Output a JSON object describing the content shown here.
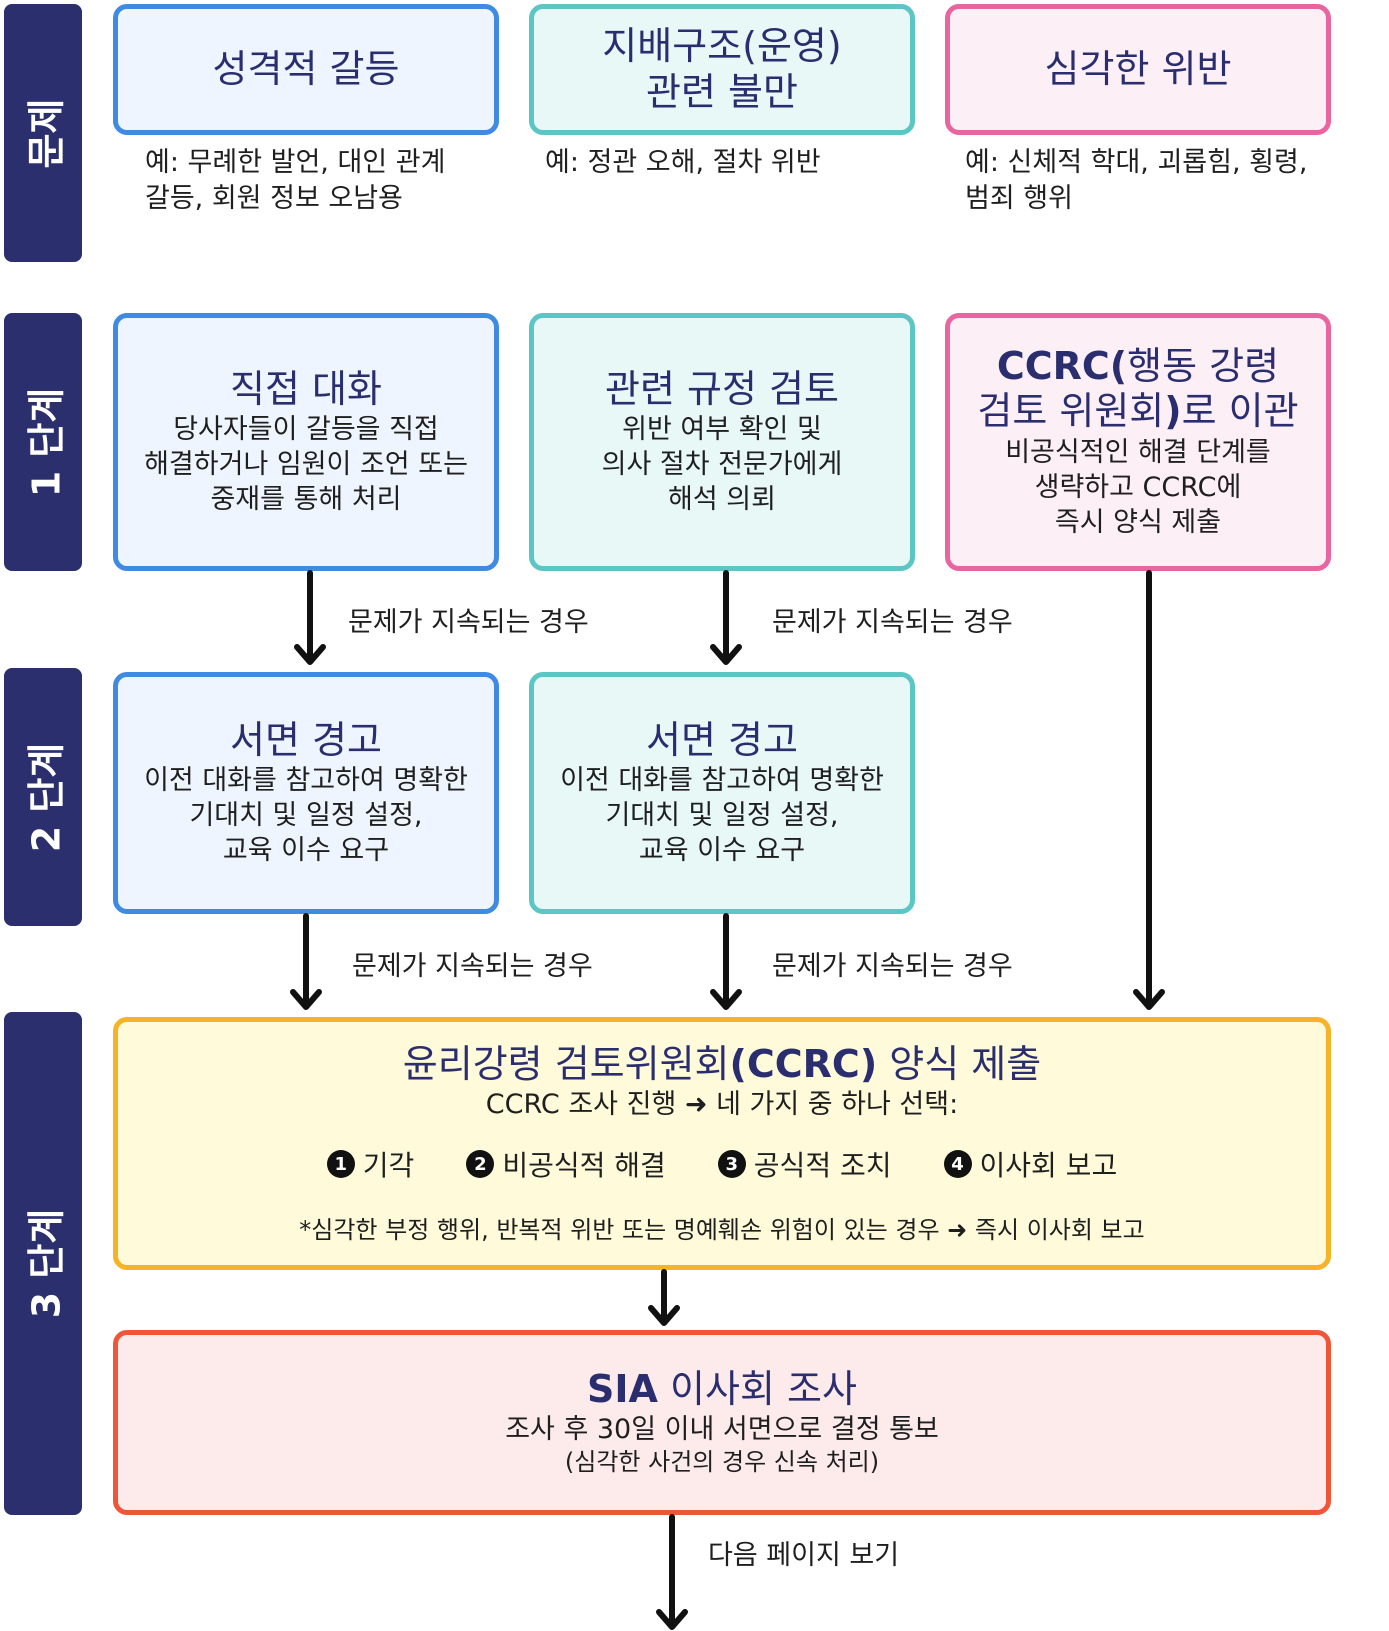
{
  "stages": {
    "problem": "문제",
    "stage1": "1 단계",
    "stage2": "2 단계",
    "stage3": "3 단계"
  },
  "problems": [
    {
      "title": "성격적 갈등",
      "example": "예: 무례한 발언, 대인 관계\n갈등, 회원 정보 오남용"
    },
    {
      "title": "지배구조(운영)\n관련 불만",
      "example": "예: 정관 오해, 절차 위반"
    },
    {
      "title": "심각한 위반",
      "example": "예: 신체적 학대, 괴롭힘, 횡령,\n범죄 행위"
    }
  ],
  "step1": [
    {
      "title": "직접 대화",
      "desc": "당사자들이 갈등을 직접\n해결하거나 임원이 조언 또는\n중재를 통해 처리"
    },
    {
      "title": "관련 규정 검토",
      "desc": "위반 여부 확인 및\n의사 절차 전문가에게\n해석 의뢰"
    },
    {
      "title_bold": "CCRC(",
      "title_rest": "행동 강령\n검토 위원회",
      "title_bold2": ")",
      "title_end": "로 이관",
      "desc": "비공식적인 해결 단계를\n생략하고 CCRC에\n즉시 양식 제출"
    }
  ],
  "condition": "문제가 지속되는 경우",
  "step2": [
    {
      "title": "서면 경고",
      "desc": "이전 대화를 참고하여 명확한\n기대치 및 일정 설정,\n교육 이수 요구"
    },
    {
      "title": "서면 경고",
      "desc": "이전 대화를 참고하여 명확한\n기대치 및 일정 설정,\n교육 이수 요구"
    }
  ],
  "step3": {
    "title_pre": "윤리강령 검토위원회",
    "title_bold": "(CCRC)",
    "title_post": " 양식 제출",
    "subtitle": "CCRC 조사 진행 ➜ 네 가지 중 하나 선택:",
    "options": [
      {
        "num": "1",
        "label": "기각"
      },
      {
        "num": "2",
        "label": "비공식적 해결"
      },
      {
        "num": "3",
        "label": "공식적 조치"
      },
      {
        "num": "4",
        "label": "이사회 보고"
      }
    ],
    "note": "*심각한 부정 행위, 반복적 위반 또는 명예훼손 위험이 있는 경우 ➜ 즉시 이사회 보고"
  },
  "board": {
    "title_bold": "SIA",
    "title_rest": " 이사회 조사",
    "line1": "조사 후 30일 이내 서면으로 결정 통보",
    "line2": "(심각한 사건의 경우 신속 처리)"
  },
  "next": "다음 페이지 보기",
  "colors": {
    "sidebar": "#2b2f6e",
    "blue_border": "#3f8be3",
    "teal_border": "#5cc6c5",
    "pink_border": "#e8659f",
    "yellow_border": "#f5b325",
    "red_border": "#ee5637"
  }
}
